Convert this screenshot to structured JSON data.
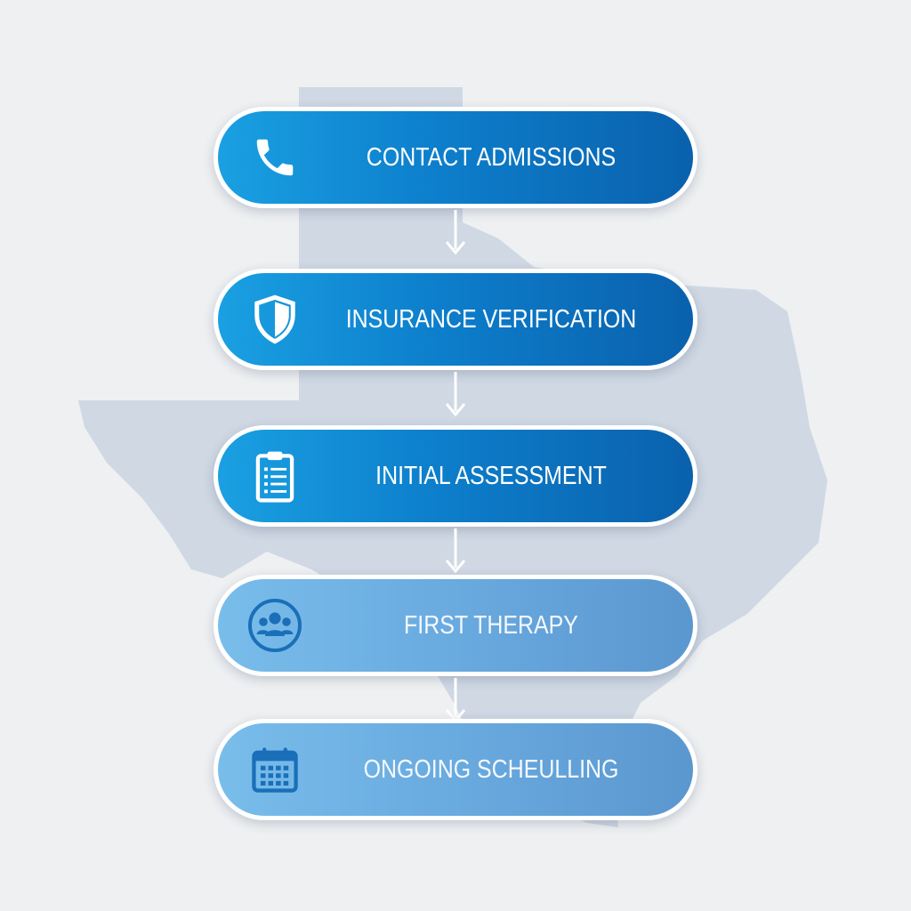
{
  "steps": [
    {
      "label": "CONTACT ADMISSIONS",
      "icon": "phone-icon",
      "style": "dark"
    },
    {
      "label": "INSURANCE VERIFICATION",
      "icon": "shield-icon",
      "style": "dark"
    },
    {
      "label": "INITIAL ASSESSMENT",
      "icon": "clipboard-icon",
      "style": "dark"
    },
    {
      "label": "FIRST THERAPY",
      "icon": "group-people-icon",
      "style": "light"
    },
    {
      "label": "ONGOING SCHEULLING",
      "icon": "calendar-icon",
      "style": "light"
    }
  ],
  "colors": {
    "background": "#eef0f2",
    "map": "#c9d3e0",
    "step_dark_start": "#1aa0e2",
    "step_dark_end": "#0a61ad",
    "step_light_start": "#79bdeb",
    "step_light_end": "#5b97cf",
    "border": "#ffffff"
  }
}
